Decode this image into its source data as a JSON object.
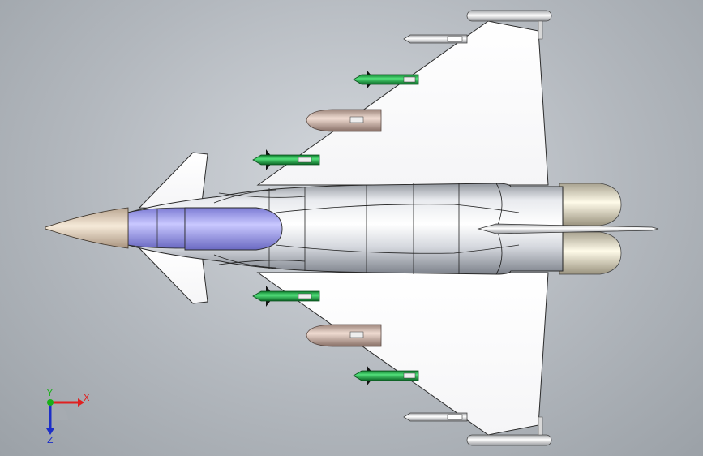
{
  "triad": {
    "x_label": "X",
    "y_label": "Y",
    "z_label": "Z",
    "x_color": "#e02020",
    "y_color": "#18b018",
    "z_color": "#1c2ec8"
  },
  "colors": {
    "background": "#b8bdc3",
    "airframe": "#f2f3f5",
    "canopy": "#a9a8f0",
    "radome": "#e7d2bb",
    "missile_body": "#22b04a",
    "fuel_tank": "#cfb3a8",
    "wingtip_pod": "#e8e8e8",
    "nozzle": "#e8e2cc"
  }
}
